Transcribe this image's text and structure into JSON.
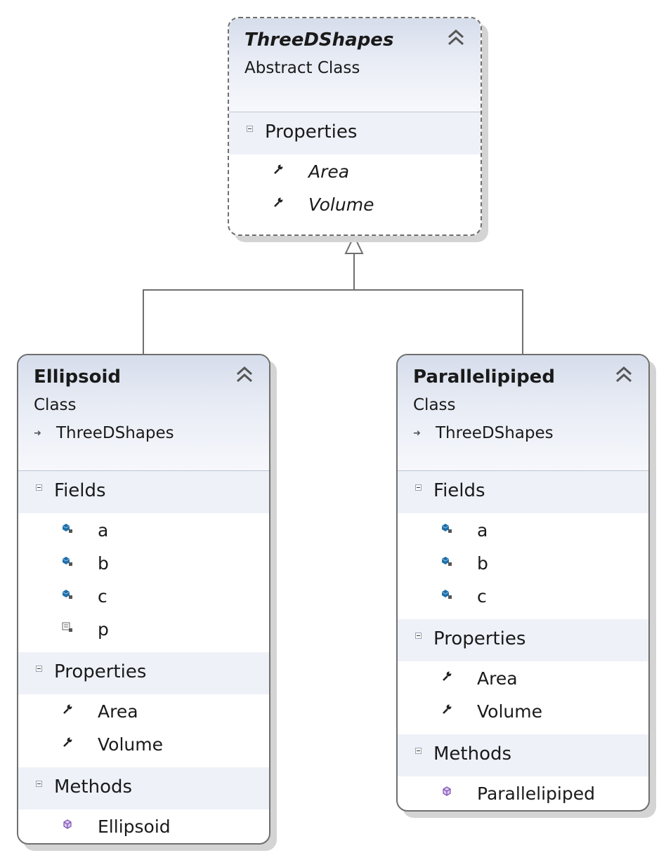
{
  "classes": {
    "threedshapes": {
      "name": "ThreeDShapes",
      "kind": "Abstract Class",
      "properties_label": "Properties",
      "properties": [
        "Area",
        "Volume"
      ],
      "collapse_icon": "double-chevron-up-icon"
    },
    "ellipsoid": {
      "name": "Ellipsoid",
      "kind": "Class",
      "base": "ThreeDShapes",
      "fields_label": "Fields",
      "fields": [
        "a",
        "b",
        "c",
        "p"
      ],
      "properties_label": "Properties",
      "properties": [
        "Area",
        "Volume"
      ],
      "methods_label": "Methods",
      "methods": [
        "Ellipsoid"
      ],
      "collapse_icon": "double-chevron-up-icon"
    },
    "parallelipiped": {
      "name": "Parallelipiped",
      "kind": "Class",
      "base": "ThreeDShapes",
      "fields_label": "Fields",
      "fields": [
        "a",
        "b",
        "c"
      ],
      "properties_label": "Properties",
      "properties": [
        "Area",
        "Volume"
      ],
      "methods_label": "Methods",
      "methods": [
        "Parallelipiped"
      ],
      "collapse_icon": "double-chevron-up-icon"
    }
  },
  "relationships": [
    {
      "type": "inheritance",
      "from": "Ellipsoid",
      "to": "ThreeDShapes"
    },
    {
      "type": "inheritance",
      "from": "Parallelipiped",
      "to": "ThreeDShapes"
    }
  ],
  "colors": {
    "border": "#6f6f6f",
    "header_gradient_top": "#d6ddeb",
    "compartment_header": "#eef1f8",
    "field_icon": "#1f6fa8",
    "method_icon": "#7a4fb0",
    "shadow": "#d4d4d4"
  }
}
